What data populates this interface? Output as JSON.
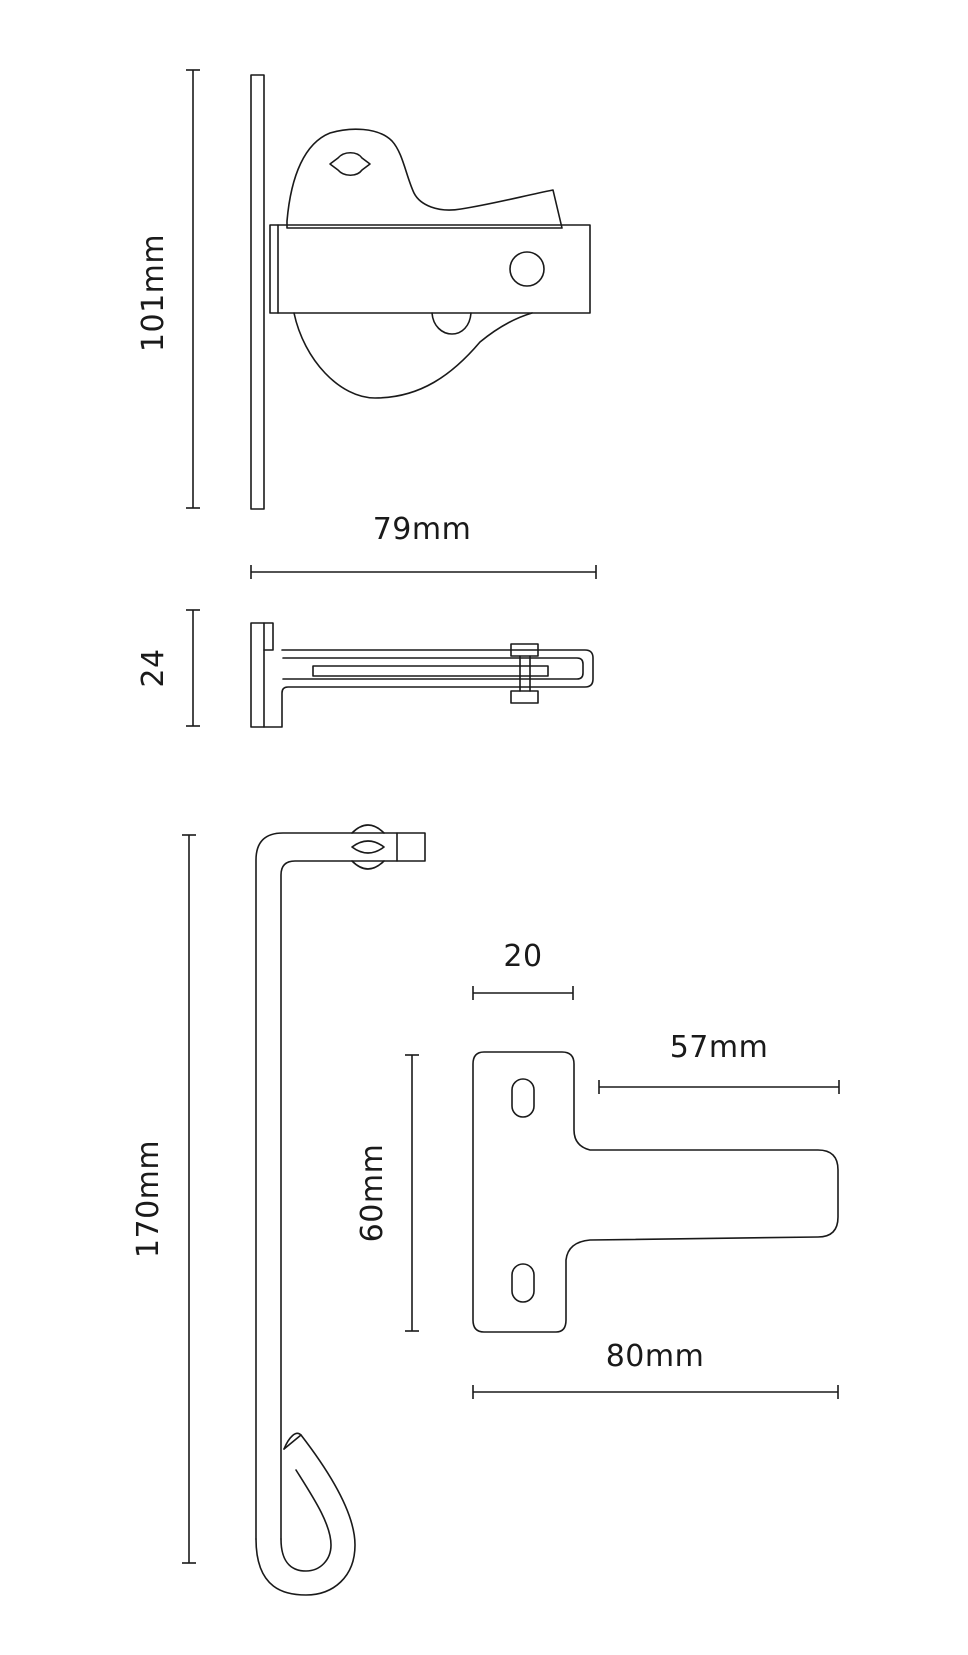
{
  "dimensions": {
    "latch_height": "101mm",
    "latch_width": "79mm",
    "latch_depth": "24",
    "bolt_length": "170mm",
    "keeper_plate_width": "20",
    "keeper_arm_length": "57mm",
    "keeper_height": "60mm",
    "keeper_width": "80mm"
  },
  "colors": {
    "ink": "#1a1a1a",
    "background": "#ffffff"
  }
}
